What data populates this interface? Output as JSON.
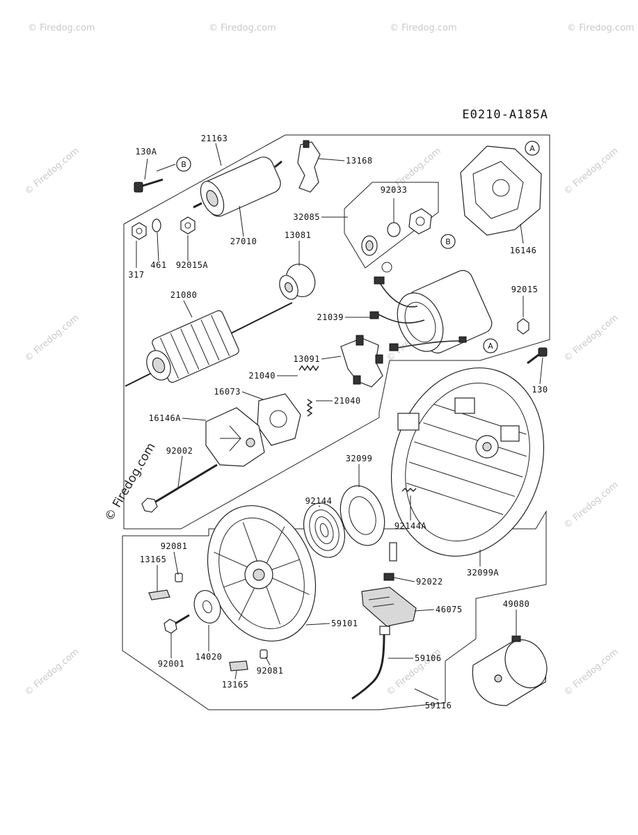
{
  "diagram_code": "E0210-A185A",
  "side_watermark": "© Firedog.com",
  "bg_watermark": "© Firedog.com",
  "ref_marks": {
    "a": "A",
    "b": "B"
  },
  "parts": {
    "p21163": "21163",
    "p130A": "130A",
    "p13168": "13168",
    "p92033": "92033",
    "p32085": "32085",
    "p317": "317",
    "p461": "461",
    "p92015A": "92015A",
    "p27010": "27010",
    "p13081": "13081",
    "p16146": "16146",
    "p21080": "21080",
    "p92015": "92015",
    "p21039": "21039",
    "p13091": "13091",
    "p130": "130",
    "p21040a": "21040",
    "p16073": "16073",
    "p21040b": "21040",
    "p16146A": "16146A",
    "p92002": "92002",
    "p32099": "32099",
    "p92144": "92144",
    "p92144A": "92144A",
    "p92081a": "92081",
    "p13165a": "13165",
    "p92022": "92022",
    "p32099A": "32099A",
    "p49080": "49080",
    "p46075": "46075",
    "p59101": "59101",
    "p92001": "92001",
    "p14020": "14020",
    "p59106": "59106",
    "p92081b": "92081",
    "p13165b": "13165",
    "p59116": "59116"
  }
}
